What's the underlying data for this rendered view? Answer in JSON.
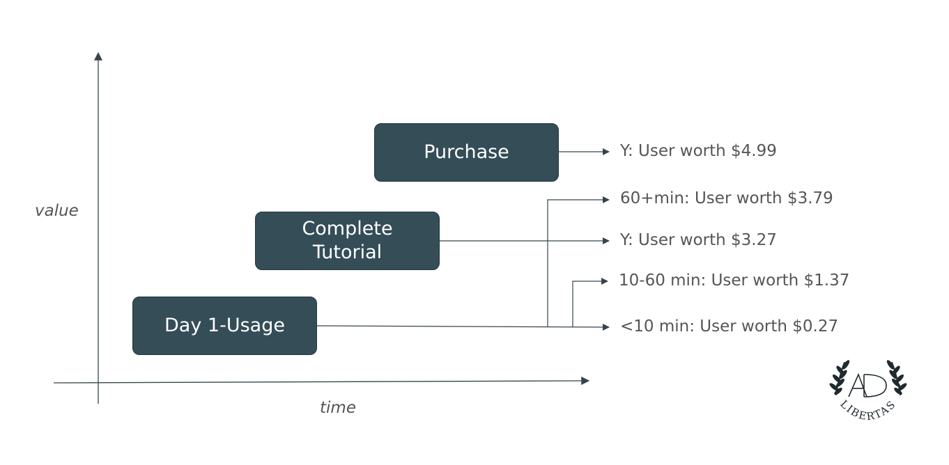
{
  "axes": {
    "y_label": "value",
    "x_label": "time"
  },
  "stages": [
    {
      "id": "purchase",
      "lines": [
        "Purchase"
      ]
    },
    {
      "id": "tutorial",
      "lines": [
        "Complete",
        "Tutorial"
      ]
    },
    {
      "id": "day1",
      "lines": [
        "Day 1-Usage"
      ]
    }
  ],
  "outcomes": [
    {
      "id": "purchase-y",
      "text": "Y: User worth $4.99"
    },
    {
      "id": "day1-60plus",
      "text": "60+min: User worth $3.79"
    },
    {
      "id": "tutorial-y",
      "text": "Y: User worth $3.27"
    },
    {
      "id": "day1-10-60",
      "text": "10-60 min: User worth $1.37"
    },
    {
      "id": "day1-lt10",
      "text": "<10 min: User worth $0.27"
    }
  ],
  "logo": {
    "name": "laurel-wreath-logo",
    "monogram": "AD",
    "word": "LIBERTAS"
  },
  "colors": {
    "box_fill": "#344d57",
    "line": "#36454c",
    "text": "#555555"
  }
}
